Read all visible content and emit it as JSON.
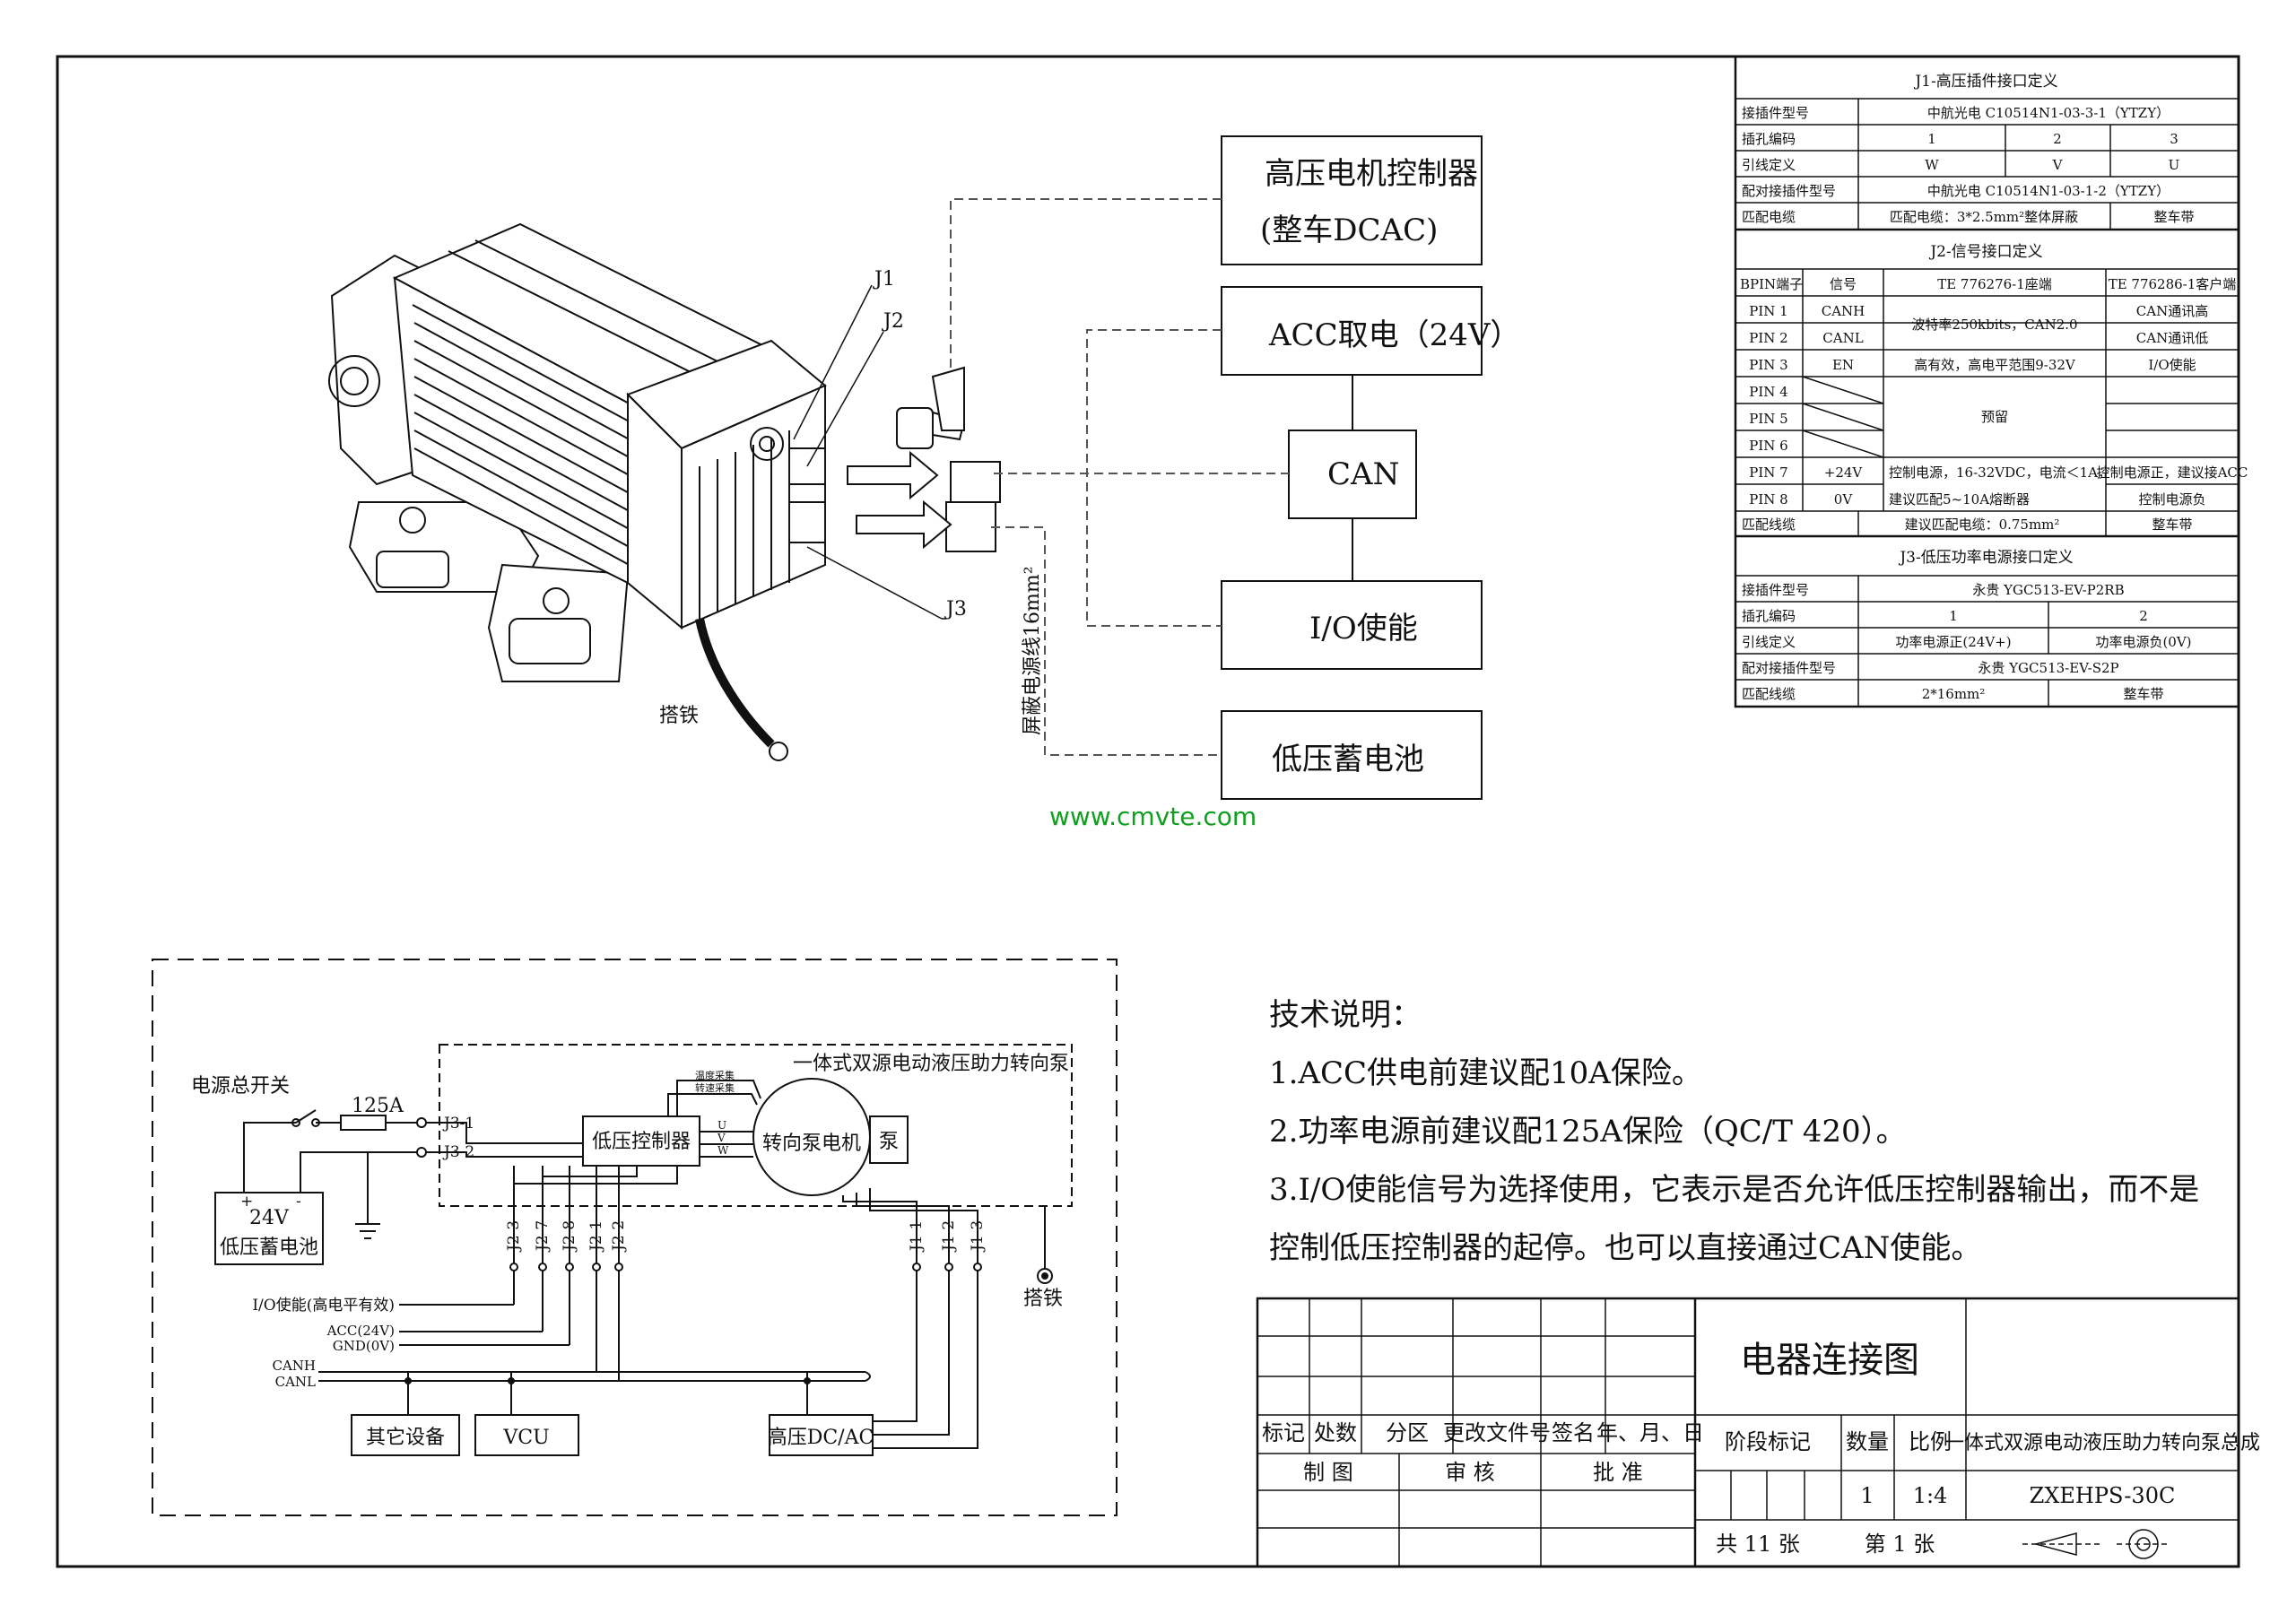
{
  "top_blocks": {
    "motor_ctrl": [
      "高压电机控制器",
      "(整车DCAC)"
    ],
    "acc": "ACC取电（24V）",
    "can": "CAN",
    "io": "I/O使能",
    "battery": "低压蓄电池",
    "shield_cable": "屏蔽电源线16mm²",
    "ground_strap": "搭铁",
    "j1": "J1",
    "j2": "J2",
    "j3": "J3"
  },
  "watermark": "www.cmvte.com",
  "j1_table": {
    "title": "J1-高压插件接口定义",
    "rows": [
      [
        "接插件型号",
        "中航光电 C10514N1-03-3-1（YTZY）"
      ],
      [
        "插孔编码",
        "1",
        "2",
        "3"
      ],
      [
        "引线定义",
        "W",
        "V",
        "U"
      ],
      [
        "配对接插件型号",
        "中航光电 C10514N1-03-1-2（YTZY）"
      ],
      [
        "匹配电缆",
        "匹配电缆：3*2.5mm²整体屏蔽",
        "整车带"
      ]
    ]
  },
  "j2_table": {
    "title": "J2-信号接口定义",
    "header": [
      "BPIN端子",
      "信号",
      "TE 776276-1座端",
      "TE 776286-1客户端"
    ],
    "pins": [
      "PIN 1",
      "PIN 2",
      "PIN 3",
      "PIN 4",
      "PIN 5",
      "PIN 6",
      "PIN 7",
      "PIN 8"
    ],
    "signals": [
      "CANH",
      "CANL",
      "EN",
      "",
      "",
      "",
      "+24V",
      "0V"
    ],
    "desc_can": "波特率250kbits，CAN2.0",
    "desc_en": "高有效，高电平范围9-32V",
    "desc_reserved": "预留",
    "desc_pwr1": "控制电源，16-32VDC，电流＜1A，",
    "desc_pwr2": "建议匹配5~10A熔断器",
    "client": [
      "CAN通讯高",
      "CAN通讯低",
      "I/O使能",
      "",
      "",
      "",
      "控制电源正，建议接ACC",
      "控制电源负"
    ],
    "cable_label": "匹配线缆",
    "cable_value": "建议匹配电缆：0.75mm²",
    "cable_vehicle": "整车带"
  },
  "j3_table": {
    "title": "J3-低压功率电源接口定义",
    "rows": [
      [
        "接插件型号",
        "永贵 YGC513-EV-P2RB"
      ],
      [
        "插孔编码",
        "1",
        "2"
      ],
      [
        "引线定义",
        "功率电源正(24V+)",
        "功率电源负(0V)"
      ],
      [
        "配对接插件型号",
        "永贵 YGC513-EV-S2P"
      ],
      [
        "匹配线缆",
        "2*16mm²",
        "整车带"
      ]
    ]
  },
  "schematic": {
    "main_switch": "电源总开关",
    "fuse": "125A",
    "j31": "J3-1",
    "j32": "J3-2",
    "bat_v": "24V",
    "bat_name": "低压蓄电池",
    "plus": "+",
    "minus": "-",
    "pump_title": "一体式双源电动液压助力转向泵",
    "lv_ctrl": "低压控制器",
    "motor": "转向泵电机",
    "pump": "泵",
    "temp": "温度采集",
    "speed": "转速采集",
    "uvw": [
      "U",
      "V",
      "W"
    ],
    "j2_labels": [
      "J2-3",
      "J2-7",
      "J2-8",
      "J2-1",
      "J2-2"
    ],
    "j1_labels": [
      "J1-1",
      "J1-2",
      "J1-3"
    ],
    "io_line": "I/O使能(高电平有效)",
    "acc_line": "ACC(24V)",
    "gnd_line": "GND(0V)",
    "canh": "CANH",
    "canl": "CANL",
    "ground": "搭铁",
    "other": "其它设备",
    "vcu": "VCU",
    "hv": "高压DC/AC"
  },
  "notes": {
    "title": "技术说明：",
    "lines": [
      "1.ACC供电前建议配10A保险。",
      "2.功率电源前建议配125A保险（QC/T 420）。",
      "3.I/O使能信号为选择使用，它表示是否允许低压控制器输出，而不是",
      "控制低压控制器的起停。也可以直接通过CAN使能。"
    ]
  },
  "title_block": {
    "name": "电器连接图",
    "col_headers": [
      "标记",
      "处数",
      "分区",
      "更改文件号",
      "签名",
      "年、月、日"
    ],
    "roles": [
      "制 图",
      "审 核",
      "批 准"
    ],
    "stage": "阶段标记",
    "qty_label": "数量",
    "scale_label": "比例",
    "qty": "1",
    "scale": "1:4",
    "product": "一体式双源电动液压助力转向泵总成",
    "code": "ZXEHPS-30C",
    "sheets_total": "共 11 张",
    "sheet_no": "第 1 张"
  }
}
